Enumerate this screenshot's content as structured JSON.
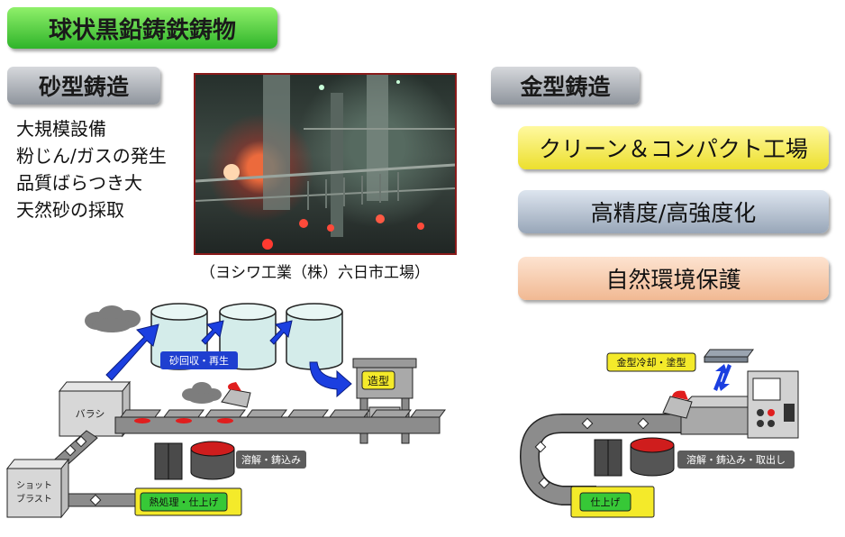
{
  "title": "球状黒鉛鋳鉄鋳物",
  "sand": {
    "heading": "砂型鋳造",
    "items": [
      "大規模設備",
      "粉じん/ガスの発生",
      "品質ばらつき大",
      "天然砂の採取"
    ],
    "photo_caption": "（ヨシワ工業（株）六日市工場）"
  },
  "metal": {
    "heading": "金型鋳造",
    "benefits": [
      "クリーン＆コンパクト工場",
      "高精度/高強度化",
      "自然環境保護"
    ]
  },
  "sand_diagram": {
    "labels": {
      "recovery": "砂回収・再生",
      "molding": "造型",
      "shakeout": "バラシ",
      "shot_blast_1": "ショット",
      "shot_blast_2": "ブラスト",
      "melt_pour": "溶解・鋳込み",
      "heat_finish": "熱処理・仕上げ"
    }
  },
  "metal_diagram": {
    "labels": {
      "cool_coat": "金型冷却・塗型",
      "melt_pour_remove": "溶解・鋳込み・取出し",
      "finish": "仕上げ"
    }
  },
  "colors": {
    "title_green": "#2fb42a",
    "arrow_blue": "#1b3fe0",
    "label_blue": "#1f3fd0",
    "label_yellow": "#f4ea2a",
    "label_green": "#37c837"
  }
}
